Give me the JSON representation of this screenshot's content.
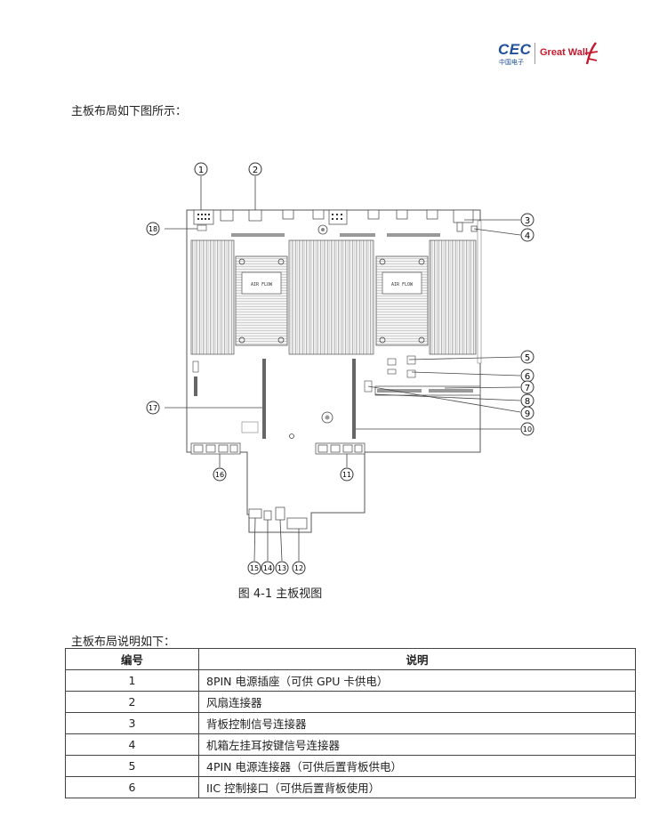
{
  "header": {
    "logo_cec": "CEC",
    "logo_cec_sub": "中国电子",
    "logo_greatwall": "Great Wall"
  },
  "intro": "主板布局如下图所示：",
  "figure": {
    "caption": "图 4-1  主板视图",
    "board_text": "AIR FLOW",
    "callouts": [
      "1",
      "2",
      "3",
      "4",
      "5",
      "6",
      "7",
      "8",
      "9",
      "10",
      "11",
      "12",
      "13",
      "14",
      "15",
      "16",
      "17",
      "18"
    ]
  },
  "layout_title": "主板布局说明如下：",
  "table": {
    "headers": [
      "编号",
      "说明"
    ],
    "rows": [
      {
        "num": "1",
        "desc": "8PIN  电源插座（可供  GPU  卡供电）"
      },
      {
        "num": "2",
        "desc": "风扇连接器"
      },
      {
        "num": "3",
        "desc": "背板控制信号连接器"
      },
      {
        "num": "4",
        "desc": "机箱左挂耳按键信号连接器"
      },
      {
        "num": "5",
        "desc": "4PIN  电源连接器（可供后置背板供电）"
      },
      {
        "num": "6",
        "desc": "IIC  控制接口（可供后置背板使用）"
      }
    ]
  }
}
